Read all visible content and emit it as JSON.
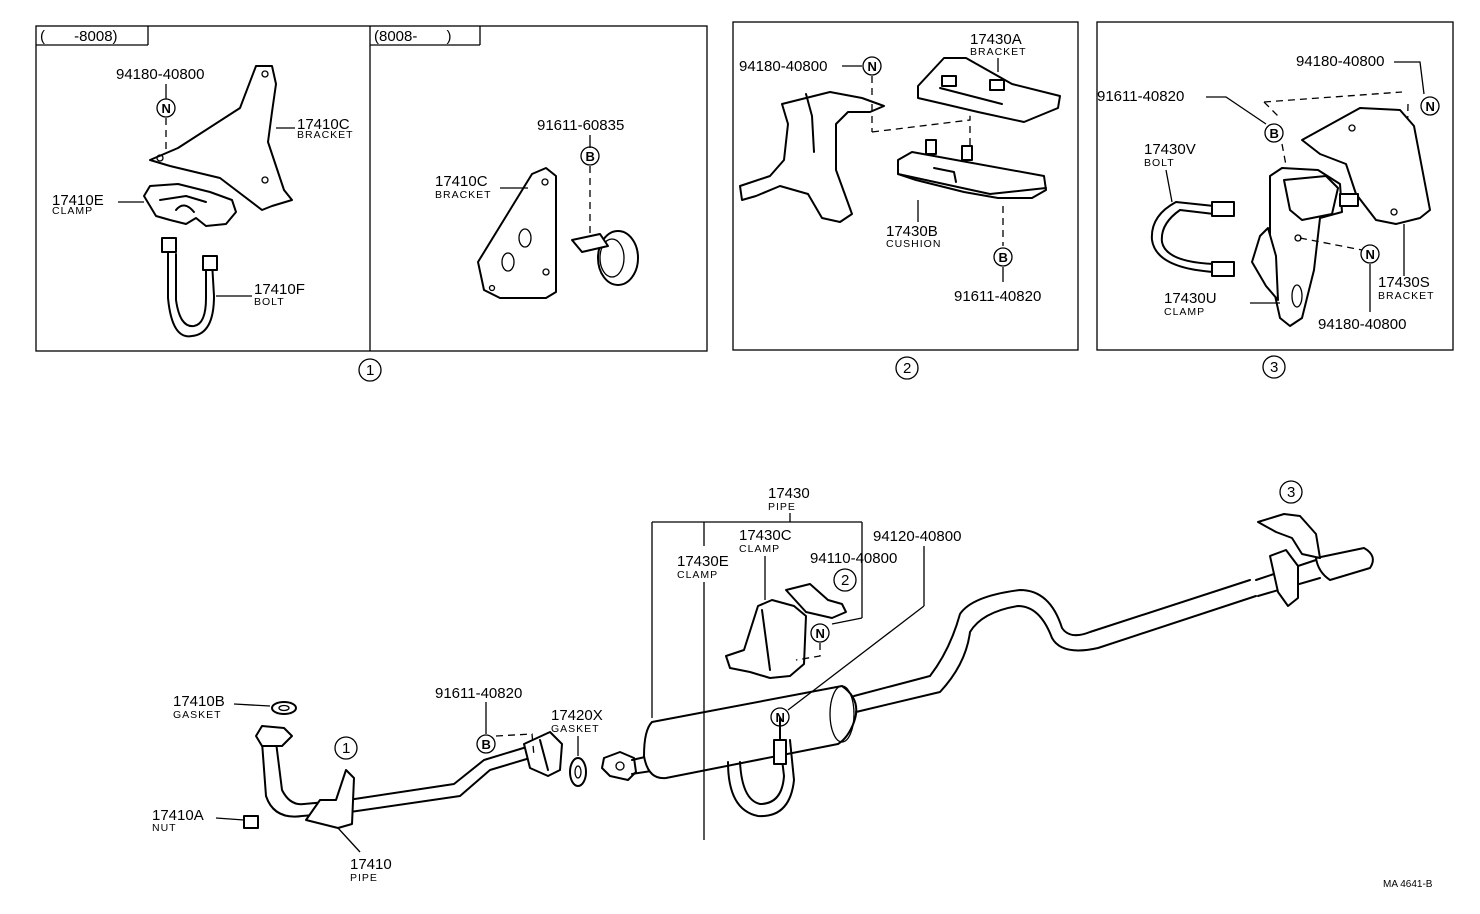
{
  "panel1": {
    "left_range": "(       -8008)",
    "right_range": "(8008-       )",
    "number": "1",
    "nut_part": "94180-40800",
    "nut_symbol": "N",
    "bracket_part": "17410C",
    "bracket_name": "BRACKET",
    "clamp_part": "17410E",
    "clamp_name": "CLAMP",
    "bolt_part": "17410F",
    "bolt_name": "BOLT",
    "bolt2_part": "91611-60835",
    "bolt2_symbol": "B",
    "bracket2_part": "17410C",
    "bracket2_name": "BRACKET"
  },
  "panel2": {
    "number": "2",
    "nut_part": "94180-40800",
    "nut_symbol": "N",
    "bracket_part": "17430A",
    "bracket_name": "BRACKET",
    "cushion_part": "17430B",
    "cushion_name": "CUSHION",
    "bolt_part": "91611-40820",
    "bolt_symbol": "B"
  },
  "panel3": {
    "number": "3",
    "nut_top_part": "94180-40800",
    "nut_symbol": "N",
    "bolt_part": "91611-40820",
    "bolt_symbol": "B",
    "ubolt_part": "17430V",
    "ubolt_name": "BOLT",
    "bracket_part": "17430S",
    "bracket_name": "BRACKET",
    "clamp_part": "17430U",
    "clamp_name": "CLAMP",
    "nut_bottom_part": "94180-40800"
  },
  "main": {
    "gasket_part": "17410B",
    "gasket_name": "GASKET",
    "nut_part": "17410A",
    "nut_name": "NUT",
    "pipe_part": "17410",
    "pipe_name": "PIPE",
    "ref1": "1",
    "bolt_part": "91611-40820",
    "bolt_symbol": "B",
    "gasket2_part": "17420X",
    "gasket2_name": "GASKET",
    "pipe2_part": "17430",
    "pipe2_name": "PIPE",
    "clampc_part": "17430C",
    "clampc_name": "CLAMP",
    "nut120_part": "94120-40800",
    "clampe_part": "17430E",
    "clampe_name": "CLAMP",
    "nut110_part": "94110-40800",
    "ref2": "2",
    "ref3": "3",
    "nut_symbol": "N",
    "nut_symbol2": "N"
  },
  "code": "MA 4641-B"
}
